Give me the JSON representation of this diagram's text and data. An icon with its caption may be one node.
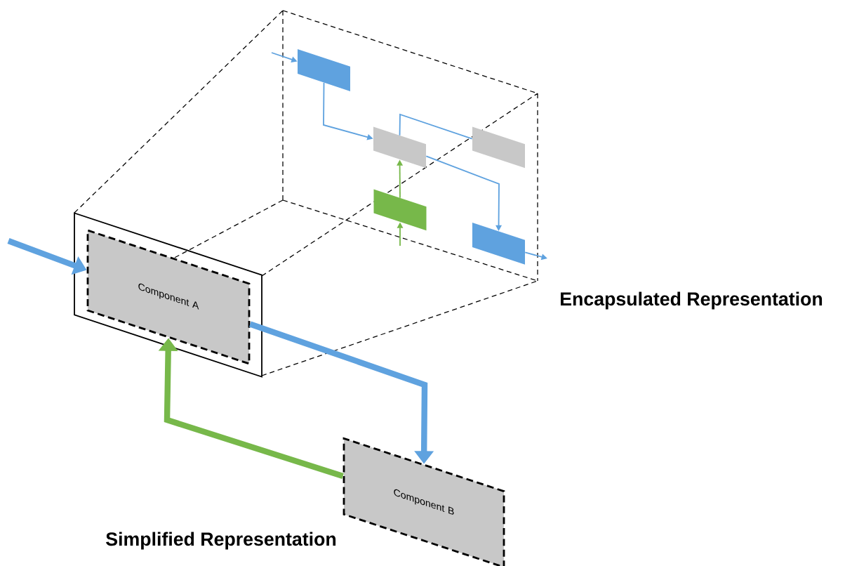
{
  "diagram": {
    "nodes": [
      {
        "text": [],
        "shape": "box"
      },
      {
        "text": [
          "Component A"
        ],
        "in": 0
      },
      {
        "text": [
          "Component B"
        ]
      },
      {
        "text": [],
        "shape": "box"
      },
      {
        "text": [],
        "shape": "box"
      },
      {
        "text": [],
        "shape": "box"
      },
      {
        "text": [],
        "shape": "box"
      },
      {
        "text": [],
        "shape": "box"
      }
    ],
    "edges": [
      {
        "from": null,
        "to": 1,
        "arrow": "to",
        "style": "thick"
      },
      {
        "from": 1,
        "to": 2,
        "arrow": "to",
        "style": "thick"
      },
      {
        "from": 2,
        "to": 1,
        "arrow": "to",
        "style": "thick",
        "color": "#77b84a"
      },
      {
        "from": null,
        "to": 3,
        "arrow": "to"
      },
      {
        "from": 3,
        "to": 4,
        "arrow": "to"
      },
      {
        "from": 4,
        "to": 5,
        "arrow": "none"
      },
      {
        "from": 4,
        "to": 7,
        "arrow": "to"
      },
      {
        "from": 6,
        "to": 4,
        "arrow": "to",
        "color": "#77b84a"
      },
      {
        "from": null,
        "to": 6,
        "arrow": "to",
        "color": "#77b84a"
      },
      {
        "from": 7,
        "to": null,
        "arrow": "to"
      }
    ],
    "labels": [
      "Encapsulated Representation",
      "Simplified Representation"
    ]
  }
}
